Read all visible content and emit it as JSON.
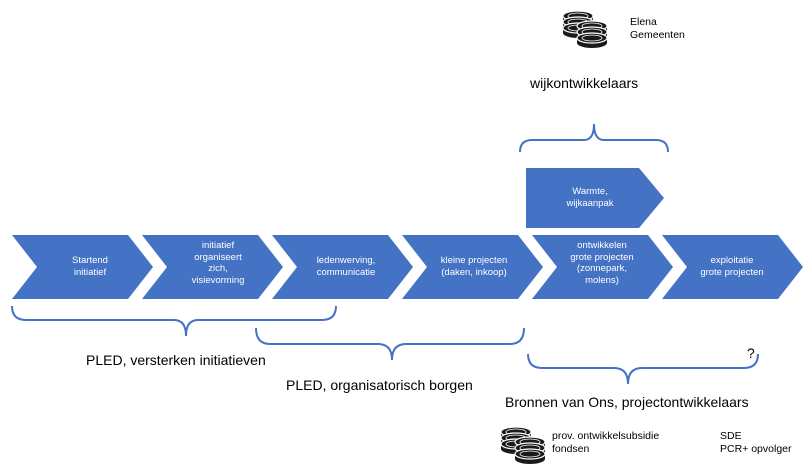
{
  "stages": [
    {
      "id": "s1",
      "lines": [
        "Startend",
        "initiatief"
      ]
    },
    {
      "id": "s2",
      "lines": [
        "initiatief",
        "organiseert",
        "zich,",
        "visievorming"
      ]
    },
    {
      "id": "s3",
      "lines": [
        "ledenwerving,",
        "communicatie"
      ]
    },
    {
      "id": "s4",
      "lines": [
        "kleine projecten",
        "(daken, inkoop)"
      ]
    },
    {
      "id": "s5",
      "lines": [
        "ontwikkelen",
        "grote projecten",
        "(zonnepark,",
        "molens)"
      ]
    },
    {
      "id": "s6",
      "lines": [
        "exploitatie",
        "grote projecten"
      ]
    }
  ],
  "upper_stage": {
    "lines": [
      "Warmte,",
      "wijkaanpak"
    ]
  },
  "top_funding": {
    "line1": "Elena",
    "line2": "Gemeenten",
    "icon": "coins-icon"
  },
  "labels": {
    "wijk": "wijkontwikkelaars",
    "pled1": "PLED, versterken initiatieven",
    "pled2": "PLED, organisatorisch borgen",
    "bronnen": "Bronnen van Ons, projectontwikkelaars",
    "question": "?"
  },
  "bottom_funding": {
    "col1_line1": "prov. ontwikkelsubsidie",
    "col1_line2": "fondsen",
    "col2_line1": "SDE",
    "col2_line2": "PCR+ opvolger",
    "icon": "coins-icon"
  },
  "colors": {
    "chevron": "#4472c4",
    "brace": "#4472c4",
    "coin": "#1a1a1a"
  }
}
